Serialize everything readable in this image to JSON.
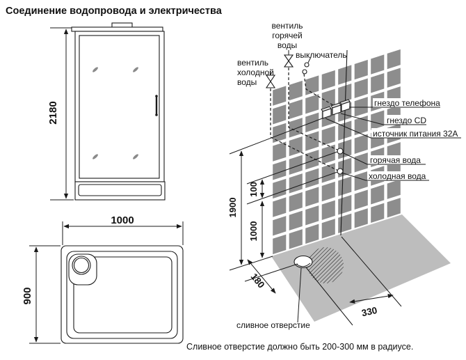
{
  "title": "Соединение водопровода и электричества",
  "caption": "Сливное отверстие должно быть 200-300 мм в радиусе.",
  "front_view": {
    "height_mm": "2180"
  },
  "top_view": {
    "width_mm": "1000",
    "depth_mm": "900"
  },
  "installation": {
    "hot_valve_label": [
      "вентиль",
      "горячей",
      "воды"
    ],
    "cold_valve_label": [
      "вентиль",
      "холодной",
      "воды"
    ],
    "switch_label": "выключатель",
    "phone_label": "гнездо телефона",
    "cd_label": "гнездо CD",
    "power_label": "источник питания 32А",
    "hot_water_label": "горячая вода",
    "cold_water_label": "холодная вода",
    "drain_label": "сливное отверстие",
    "dim_1900": "1900",
    "dim_100": "100",
    "dim_1000": "1000",
    "dim_180": "180",
    "dim_330": "330"
  },
  "wall": {
    "tile_cols": 8,
    "tile_rows": 9
  },
  "colors": {
    "tile": "#8d8d8d",
    "floor": "#bdbdbd",
    "line": "#1a1a1a",
    "leaf": "#8a8a8a"
  }
}
